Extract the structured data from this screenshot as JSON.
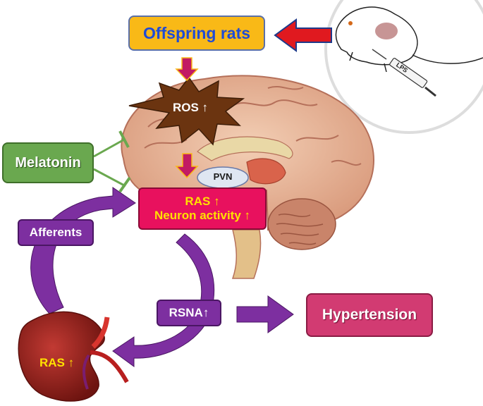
{
  "nodes": {
    "offspring": "Offspring rats",
    "ros": "ROS",
    "melatonin": "Melatonin",
    "pvn": "PVN",
    "ras_line1": "RAS",
    "ras_line2": "Neuron activity",
    "afferents": "Afferents",
    "rsna": "RSNA",
    "hypertension": "Hypertension",
    "kidney_ras": "RAS",
    "lps_label": "LPS"
  },
  "glyphs": {
    "up_arrow": "↑"
  },
  "colors": {
    "offspring_fill": "#f9b917",
    "offspring_text": "#1f4bd6",
    "melatonin_fill": "#6aa84f",
    "ras_fill": "#e8115e",
    "ras_text": "#ffe100",
    "purple_arrow": "#7d2fa0",
    "hypertension_fill": "#d23b72",
    "ros_burst": "#6b3410",
    "red_arrow": "#e0191f",
    "pink_arrow": "#c21a63"
  }
}
